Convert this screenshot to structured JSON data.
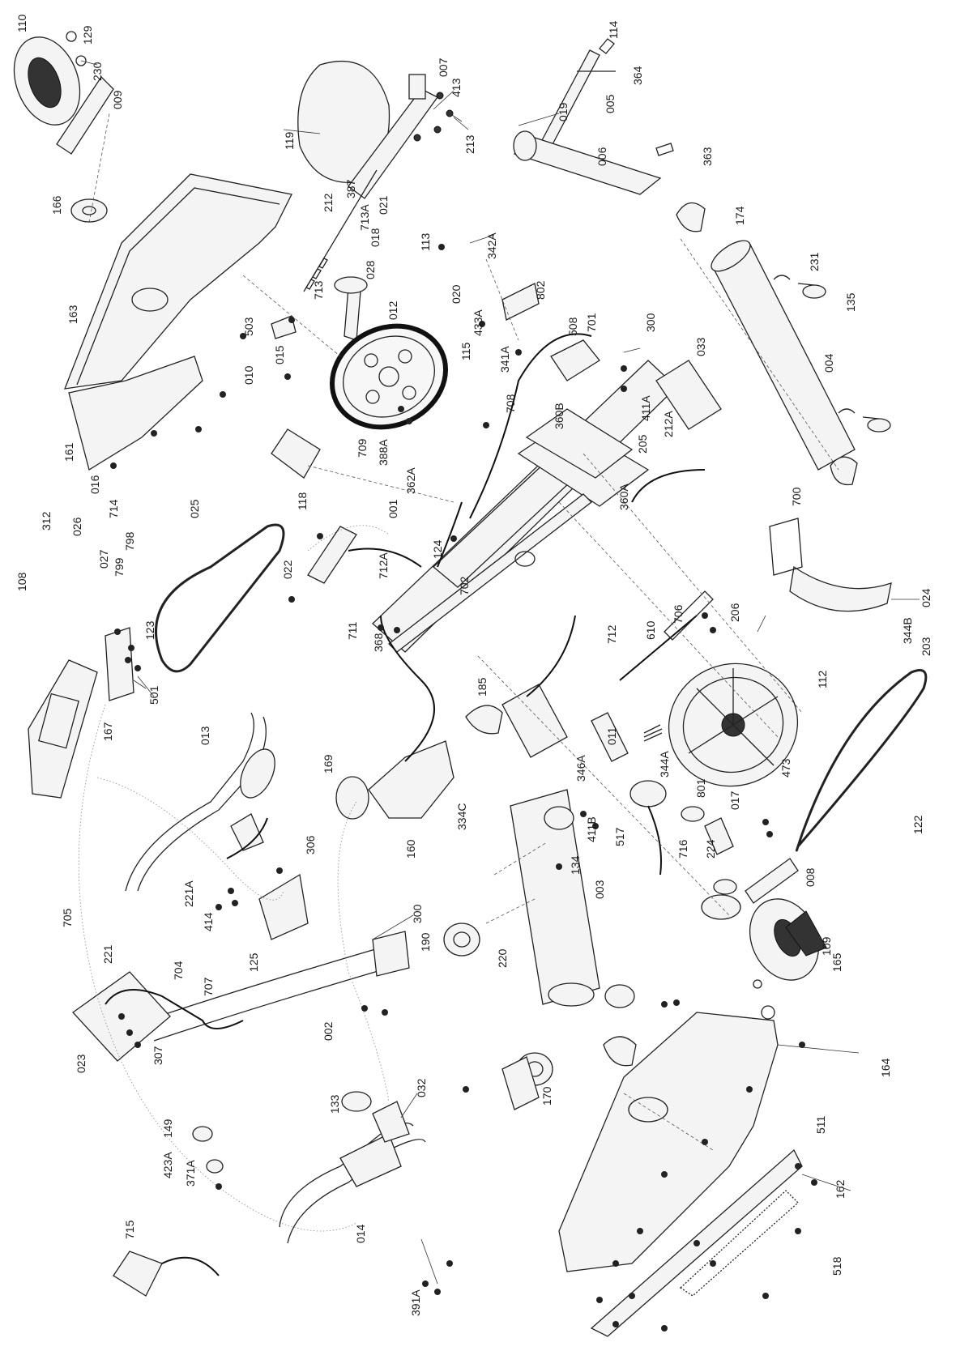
{
  "labels": [
    "110",
    "129",
    "230",
    "009",
    "166",
    "163",
    "161",
    "503",
    "010",
    "015",
    "119",
    "007",
    "413",
    "213",
    "387",
    "212",
    "713A",
    "021",
    "018",
    "028",
    "713",
    "012",
    "115",
    "709",
    "388A",
    "362A",
    "114",
    "364",
    "005",
    "019",
    "006",
    "363",
    "174",
    "231",
    "135",
    "004",
    "113",
    "342A",
    "020",
    "433A",
    "802",
    "341A",
    "508",
    "701",
    "300",
    "033",
    "411A",
    "212A",
    "205",
    "360B",
    "708",
    "360A",
    "700",
    "118",
    "001",
    "022",
    "712A",
    "124",
    "702",
    "711",
    "368",
    "712",
    "706",
    "610",
    "206",
    "024",
    "203",
    "344B",
    "112",
    "473",
    "017",
    "801",
    "224",
    "716",
    "344A",
    "011",
    "346A",
    "185",
    "123",
    "108",
    "312",
    "026",
    "027",
    "799",
    "798",
    "714",
    "016",
    "025",
    "167",
    "501",
    "013",
    "169",
    "160",
    "334C",
    "134",
    "411B",
    "517",
    "003",
    "300",
    "220",
    "190",
    "221A",
    "414",
    "306",
    "125",
    "707",
    "705",
    "704",
    "221",
    "023",
    "307",
    "149",
    "423A",
    "371A",
    "002",
    "133",
    "032",
    "014",
    "391A",
    "715",
    "170",
    "165",
    "164",
    "511",
    "162",
    "518",
    "008",
    "109",
    "122"
  ]
}
